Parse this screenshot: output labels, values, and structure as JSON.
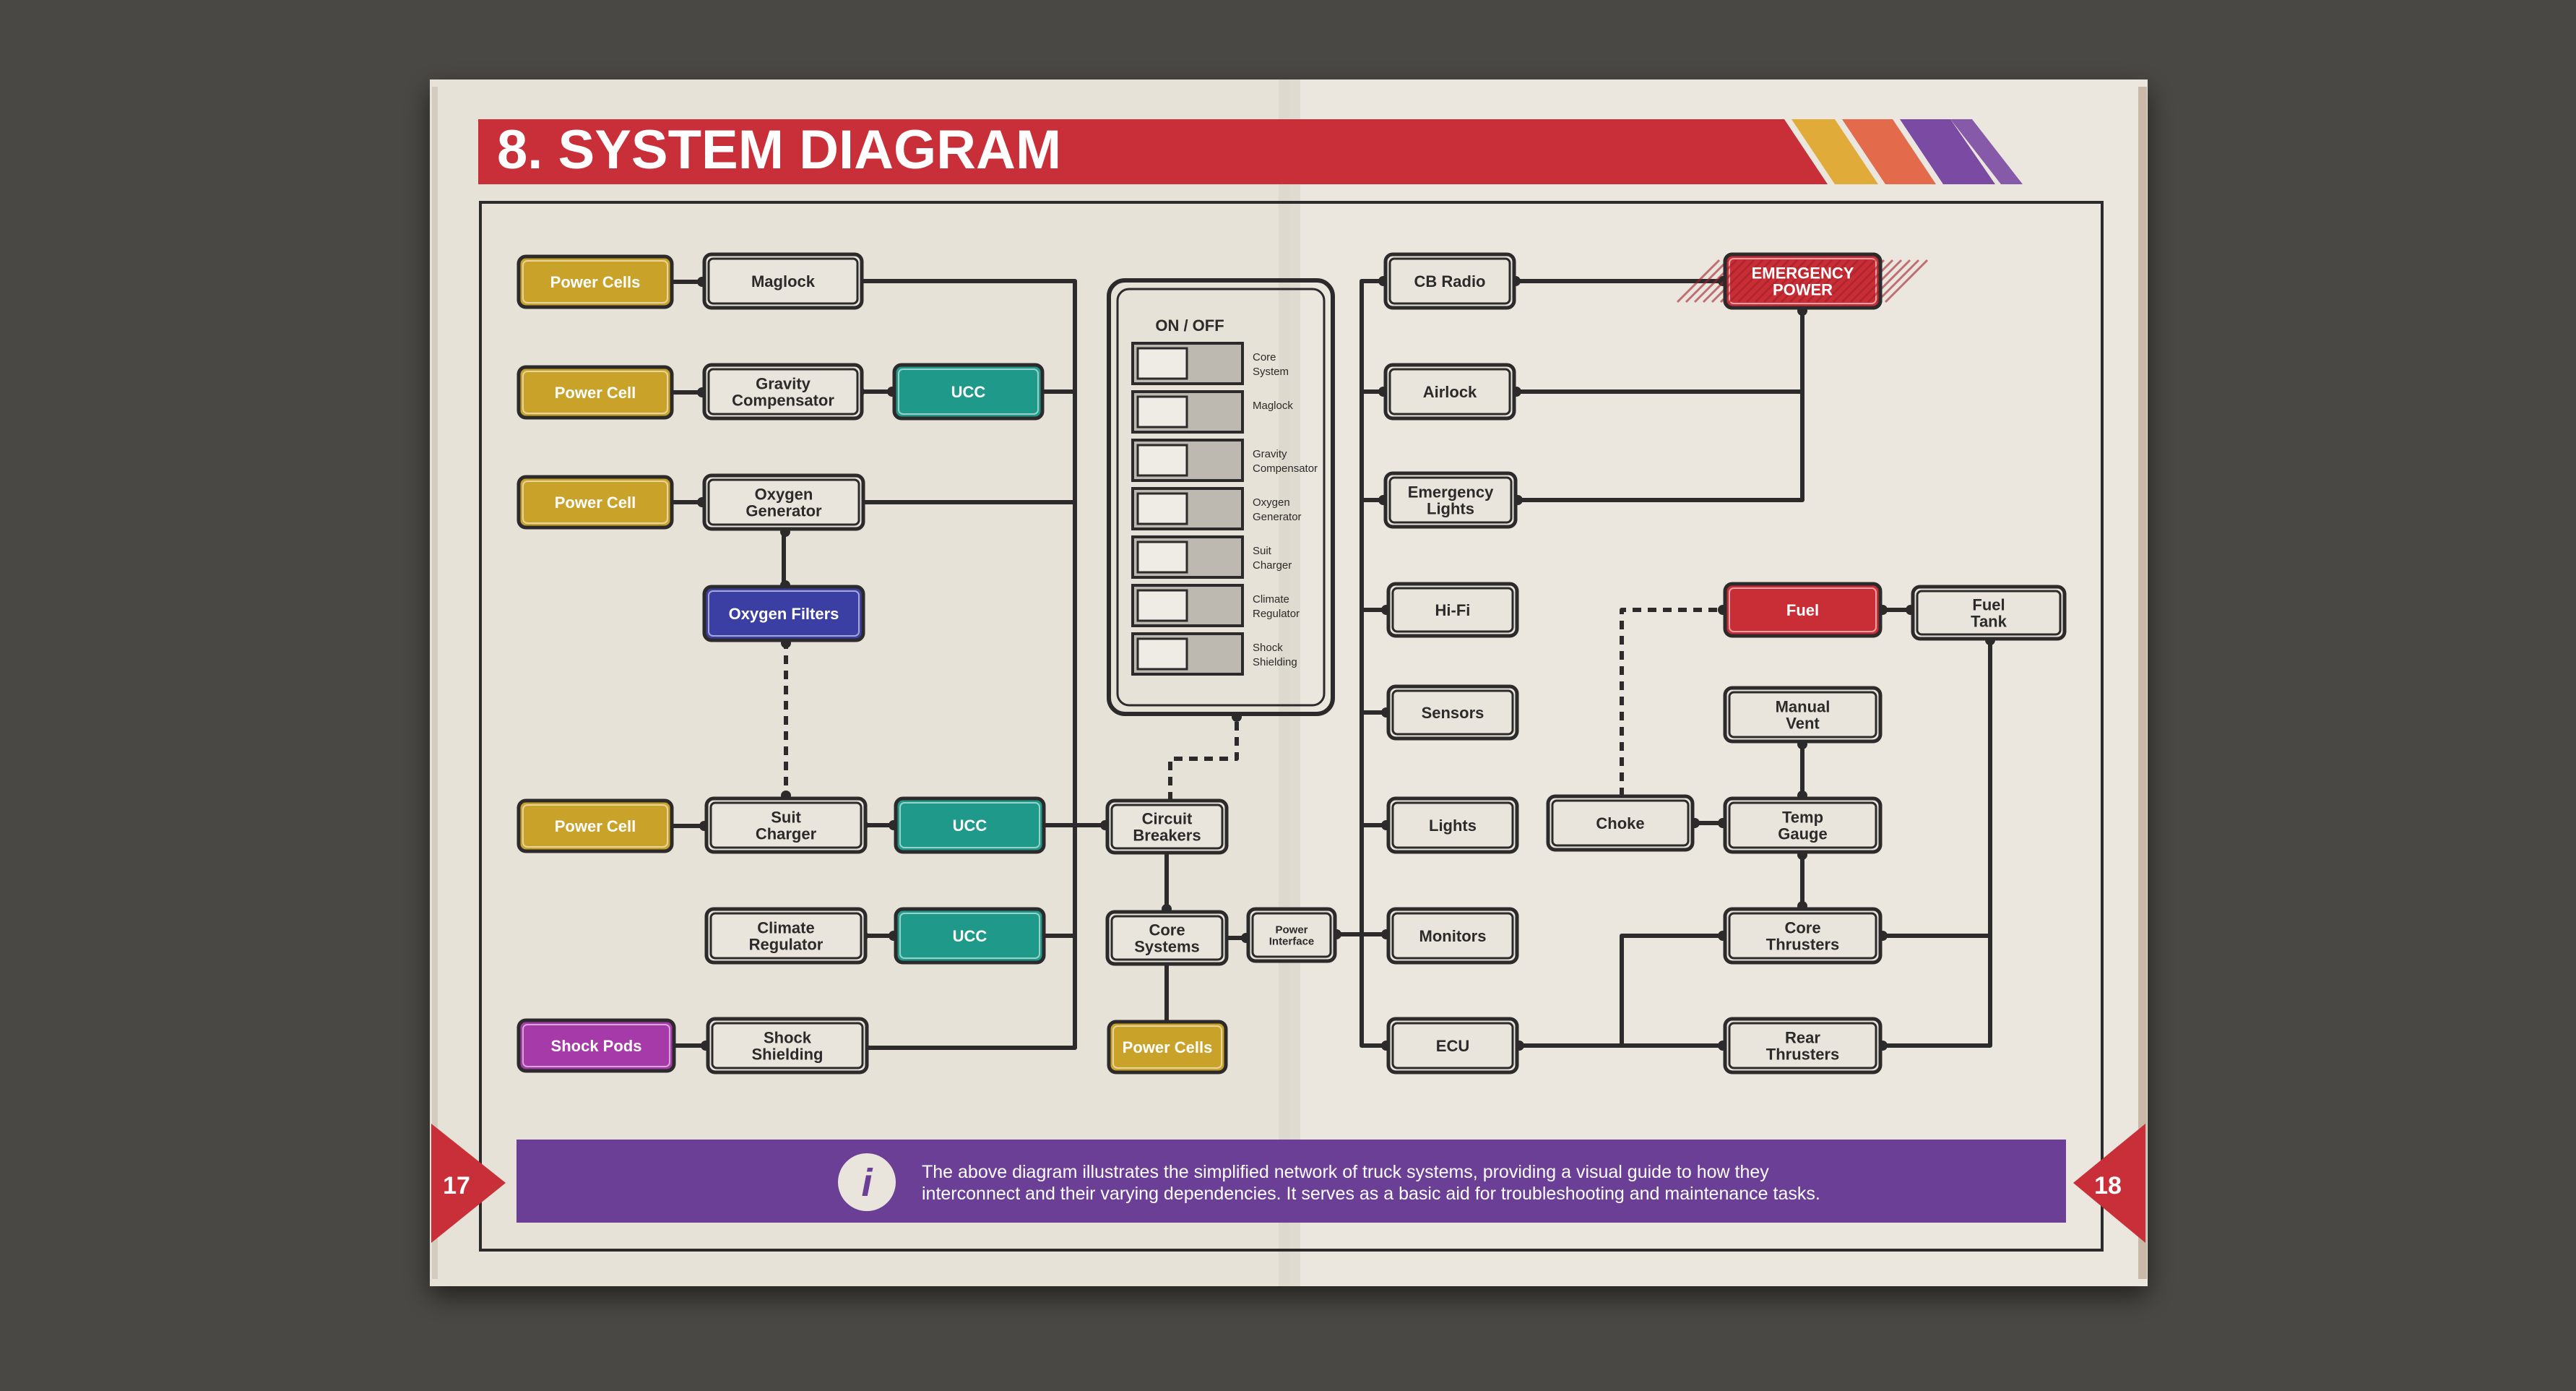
{
  "header": {
    "title": "8. SYSTEM DIAGRAM"
  },
  "pages": {
    "left": "17",
    "right": "18"
  },
  "panel": {
    "heading": "ON / OFF",
    "switches": [
      {
        "line1": "Core",
        "line2": "System"
      },
      {
        "line1": "Maglock",
        "line2": ""
      },
      {
        "line1": "Gravity",
        "line2": "Compensator"
      },
      {
        "line1": "Oxygen",
        "line2": "Generator"
      },
      {
        "line1": "Suit",
        "line2": "Charger"
      },
      {
        "line1": "Climate",
        "line2": "Regulator"
      },
      {
        "line1": "Shock",
        "line2": "Shielding"
      }
    ]
  },
  "nodes": [
    {
      "id": "power-cells-top",
      "lines": [
        "Power Cells"
      ]
    },
    {
      "id": "maglock",
      "lines": [
        "Maglock"
      ]
    },
    {
      "id": "power-cell-1",
      "lines": [
        "Power Cell"
      ]
    },
    {
      "id": "gravity-compensator",
      "lines": [
        "Gravity",
        "Compensator"
      ]
    },
    {
      "id": "ucc-1",
      "lines": [
        "UCC"
      ]
    },
    {
      "id": "power-cell-2",
      "lines": [
        "Power Cell"
      ]
    },
    {
      "id": "oxygen-generator",
      "lines": [
        "Oxygen",
        "Generator"
      ]
    },
    {
      "id": "oxygen-filters",
      "lines": [
        "Oxygen Filters"
      ]
    },
    {
      "id": "power-cell-3",
      "lines": [
        "Power Cell"
      ]
    },
    {
      "id": "suit-charger",
      "lines": [
        "Suit",
        "Charger"
      ]
    },
    {
      "id": "ucc-2",
      "lines": [
        "UCC"
      ]
    },
    {
      "id": "circuit-breakers",
      "lines": [
        "Circuit",
        "Breakers"
      ]
    },
    {
      "id": "climate-regulator",
      "lines": [
        "Climate",
        "Regulator"
      ]
    },
    {
      "id": "ucc-3",
      "lines": [
        "UCC"
      ]
    },
    {
      "id": "core-systems",
      "lines": [
        "Core",
        "Systems"
      ]
    },
    {
      "id": "power-interface",
      "lines": [
        "Power",
        "Interface"
      ]
    },
    {
      "id": "shock-pods",
      "lines": [
        "Shock Pods"
      ]
    },
    {
      "id": "shock-shielding",
      "lines": [
        "Shock",
        "Shielding"
      ]
    },
    {
      "id": "power-cells-bottom",
      "lines": [
        "Power Cells"
      ]
    },
    {
      "id": "cb-radio",
      "lines": [
        "CB Radio"
      ]
    },
    {
      "id": "emergency-power",
      "lines": [
        "EMERGENCY",
        "POWER"
      ]
    },
    {
      "id": "airlock",
      "lines": [
        "Airlock"
      ]
    },
    {
      "id": "emergency-lights",
      "lines": [
        "Emergency",
        "Lights"
      ]
    },
    {
      "id": "hi-fi",
      "lines": [
        "Hi-Fi"
      ]
    },
    {
      "id": "fuel",
      "lines": [
        "Fuel"
      ]
    },
    {
      "id": "fuel-tank",
      "lines": [
        "Fuel",
        "Tank"
      ]
    },
    {
      "id": "sensors",
      "lines": [
        "Sensors"
      ]
    },
    {
      "id": "manual-vent",
      "lines": [
        "Manual",
        "Vent"
      ]
    },
    {
      "id": "lights",
      "lines": [
        "Lights"
      ]
    },
    {
      "id": "choke",
      "lines": [
        "Choke"
      ]
    },
    {
      "id": "temp-gauge",
      "lines": [
        "Temp",
        "Gauge"
      ]
    },
    {
      "id": "monitors",
      "lines": [
        "Monitors"
      ]
    },
    {
      "id": "core-thrusters",
      "lines": [
        "Core",
        "Thrusters"
      ]
    },
    {
      "id": "ecu",
      "lines": [
        "ECU"
      ]
    },
    {
      "id": "rear-thrusters",
      "lines": [
        "Rear",
        "Thrusters"
      ]
    }
  ],
  "info": {
    "line1": "The above diagram illustrates the simplified network of truck systems, providing a visual guide to how they",
    "line2": "interconnect and their varying dependencies. It serves as a basic aid for troubleshooting and maintenance tasks."
  },
  "colors": {
    "gold": "#c9a22a",
    "teal": "#1f9a8a",
    "blue": "#3b3ea3",
    "purple": "#a63aa8",
    "red": "#c92d35",
    "header_red": "#c92f38",
    "info_bar": "#6b3f95",
    "paper": "#e9e5dc",
    "ink": "#2c2a2a"
  }
}
